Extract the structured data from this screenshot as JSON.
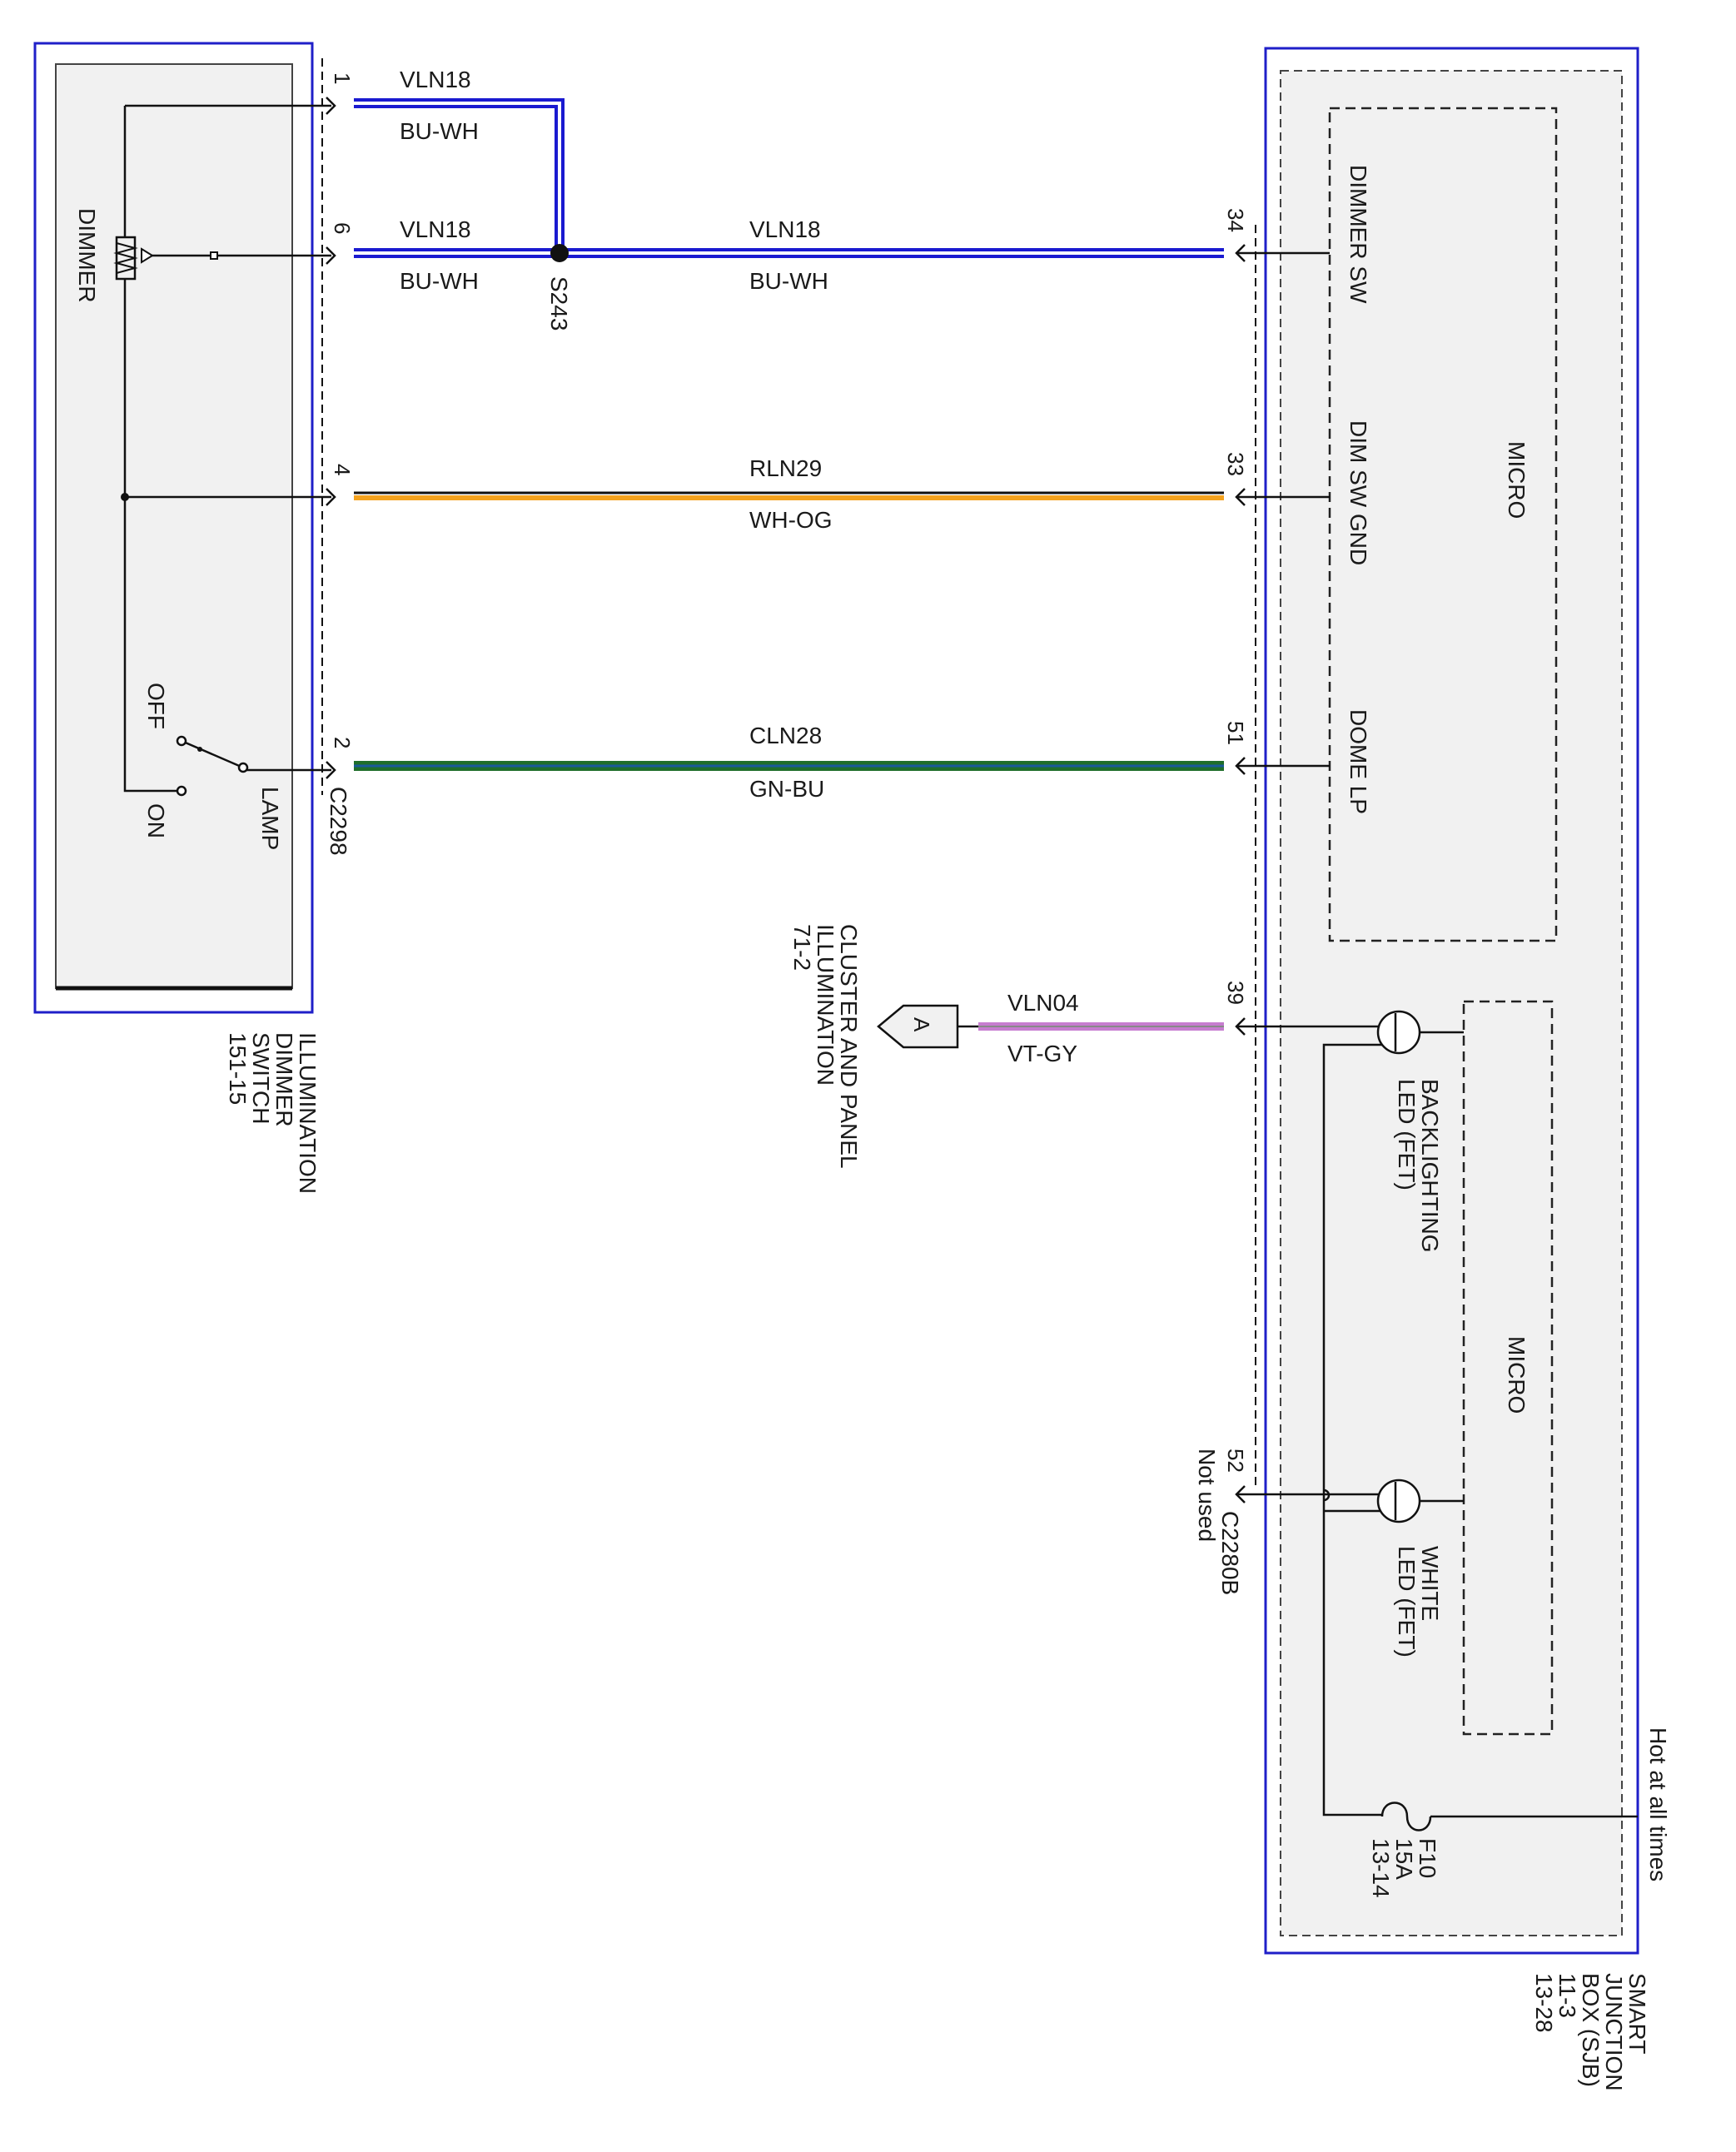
{
  "left_component": {
    "name_lines": [
      "ILLUMINATION",
      "DIMMER",
      "SWITCH",
      "151-15"
    ],
    "dimmer_label": "DIMMER",
    "switch_off": "OFF",
    "switch_on": "ON",
    "switch_lamp": "LAMP",
    "connector": "C2298",
    "pins": [
      "1",
      "6",
      "4",
      "2"
    ]
  },
  "right_component": {
    "name_lines": [
      "SMART",
      "JUNCTION",
      "BOX (SJB)",
      "11-3",
      "13-28"
    ],
    "micro_upper": "MICRO",
    "micro_lower": "MICRO",
    "inputs": [
      "DIMMER SW",
      "DIM SW GND",
      "DOME LP"
    ],
    "backlighting_lines": [
      "BACKLIGHTING",
      "LED (FET)"
    ],
    "white_led_lines": [
      "WHITE",
      "LED (FET)"
    ],
    "fuse_lines": [
      "F10",
      "15A",
      "13-14"
    ],
    "hot_label": "Hot at all times",
    "connector": "C2280B",
    "pins": [
      "34",
      "33",
      "51",
      "39",
      "52"
    ],
    "not_used": "Not used"
  },
  "splice": "S243",
  "wires": [
    {
      "circuit": "VLN18",
      "color": "BU-WH"
    },
    {
      "circuit": "VLN18",
      "color": "BU-WH"
    },
    {
      "circuit": "VLN18",
      "color": "BU-WH"
    },
    {
      "circuit": "RLN29",
      "color": "WH-OG"
    },
    {
      "circuit": "CLN28",
      "color": "GN-BU"
    },
    {
      "circuit": "VLN04",
      "color": "VT-GY"
    }
  ],
  "offpage": {
    "letter": "A",
    "lines": [
      "CLUSTER AND PANEL",
      "ILLUMINATION",
      "71-2"
    ]
  },
  "colors": {
    "frame_blue": "#1f1fc8",
    "wire_blue": "#1a1ad0",
    "wire_orange": "#f4a21e",
    "wire_green": "#1f6e2a",
    "wire_violet": "#c77dd0",
    "box_fill": "#f1f1f1"
  }
}
